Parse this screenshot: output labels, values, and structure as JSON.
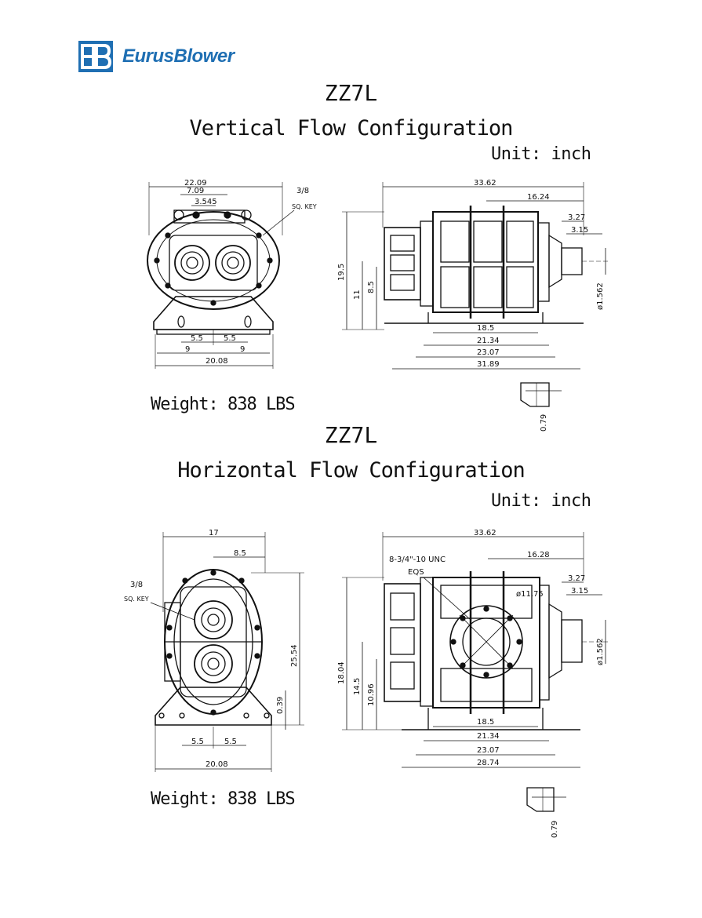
{
  "brand": {
    "name": "EurusBlower",
    "logo_letters": "EB",
    "color": "#1f6fb3"
  },
  "vertical": {
    "model": "ZZ7L",
    "configuration": "Vertical Flow Configuration",
    "unit": "Unit: inch",
    "weight": "Weight: 838 LBS",
    "front_dims": {
      "overall_width": "22.09",
      "shaft_center": "7.09",
      "key_offset": "3.545",
      "key_size": "3/8",
      "key_type": "SQ. KEY",
      "foot_half_left": "5.5",
      "foot_half_right": "5.5",
      "bolt_left": "9",
      "bolt_right": "9",
      "base_width": "20.08"
    },
    "side_dims": {
      "overall_length": "33.62",
      "shaft_to_end": "16.24",
      "shaft_ext": "3.27",
      "key_len": "3.15",
      "shaft_dia": "ø1.562",
      "height": "19.5",
      "center_height": "11",
      "flange_height": "8.5",
      "mount_inner": "18.5",
      "mount_mid": "21.34",
      "mount_outer": "23.07",
      "base_length": "31.89",
      "key_height": "0.79"
    }
  },
  "horizontal": {
    "model": "ZZ7L",
    "configuration": "Horizontal Flow Configuration",
    "unit": "Unit: inch",
    "weight": "Weight: 838 LBS",
    "front_dims": {
      "overall_width": "17",
      "shaft_offset": "8.5",
      "key_size": "3/8",
      "key_type": "SQ. KEY",
      "height": "25.54",
      "base_thickness": "0.39",
      "foot_half_left": "5.5",
      "foot_half_right": "5.5",
      "base_width": "20.08"
    },
    "side_dims": {
      "overall_length": "33.62",
      "shaft_to_end": "16.28",
      "shaft_ext": "3.27",
      "key_len": "3.15",
      "shaft_dia": "ø1.562",
      "flange_bolts": "8-3/4\"-10 UNC",
      "flange_spacing": "EQS",
      "flange_dia": "ø11.75",
      "height": "18.04",
      "center_height": "14.5",
      "flange_height": "10.96",
      "mount_inner": "18.5",
      "mount_mid": "21.34",
      "mount_outer": "23.07",
      "base_length": "28.74",
      "key_height": "0.79"
    }
  }
}
